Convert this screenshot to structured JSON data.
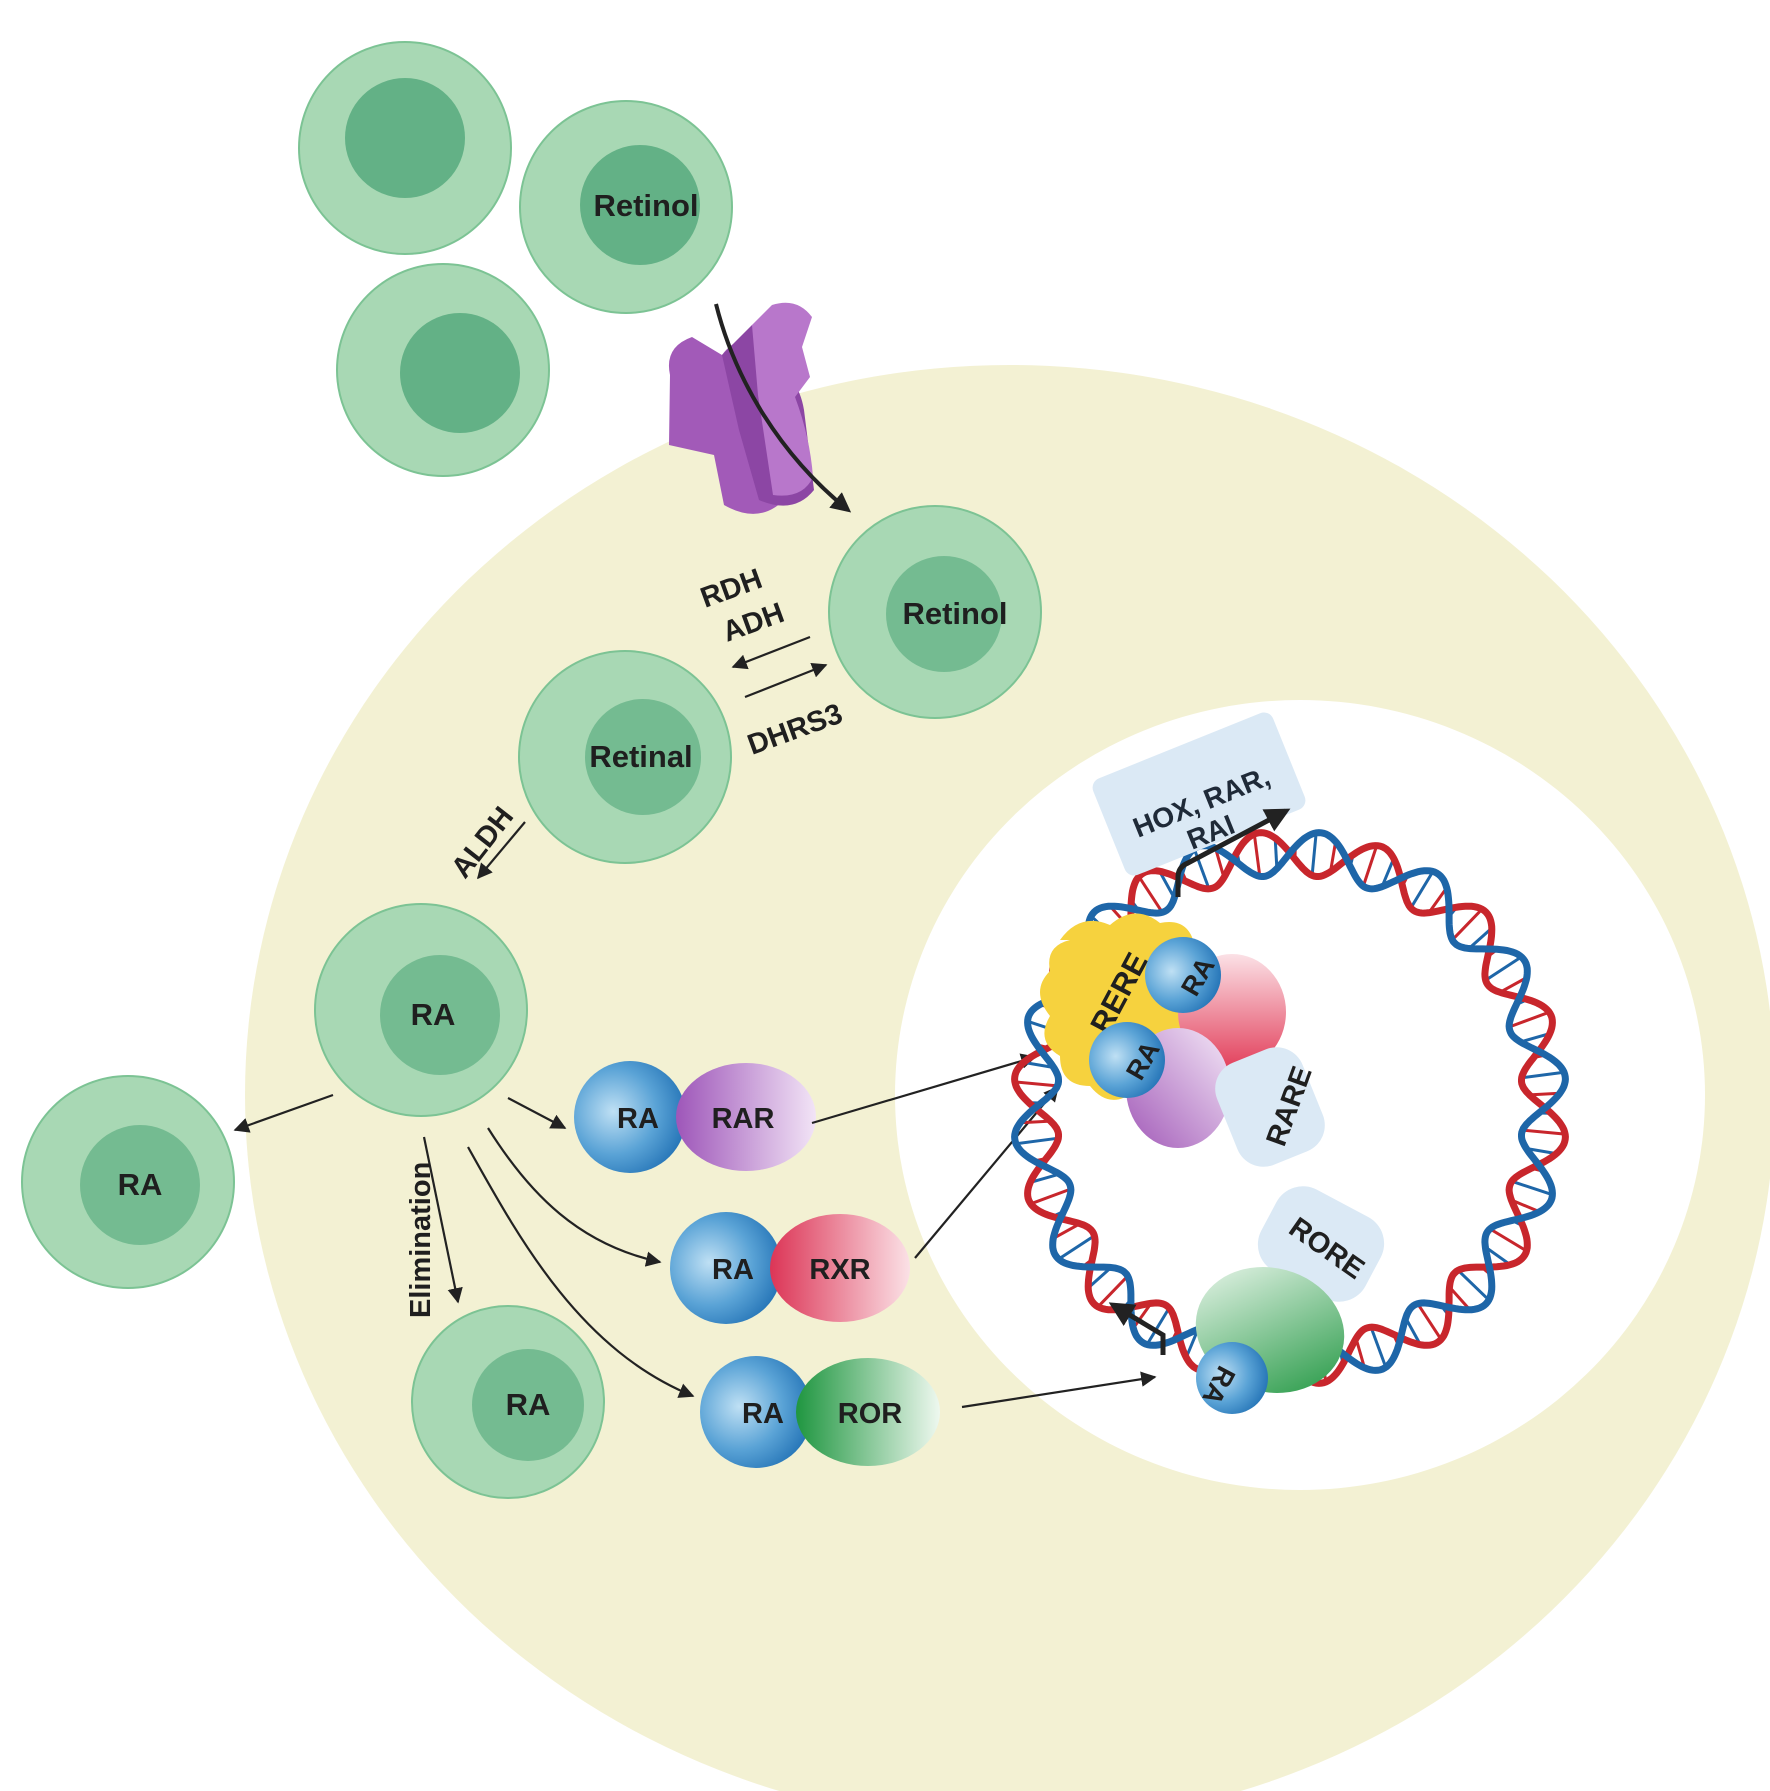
{
  "labels": {
    "retinol_outside": "Retinol",
    "retinol_inside": "Retinol",
    "retinal": "Retinal",
    "ra_main": "RA",
    "ra_out": "RA",
    "ra_elim": "RA",
    "enzyme_rdh": "RDH",
    "enzyme_adh": "ADH",
    "enzyme_dhrs3": "DHRS3",
    "enzyme_aldh": "ALDH",
    "elimination": "Elimination",
    "rar_ra": "RA",
    "rar": "RAR",
    "rxr_ra": "RA",
    "rxr": "RXR",
    "ror_ra": "RA",
    "ror": "ROR",
    "rere": "RERE",
    "rare": "RARE",
    "rore": "RORE",
    "dna_ra1": "RA",
    "dna_ra2": "RA",
    "dna_ra3": "RA",
    "target_line1": "HOX, RAR,",
    "target_line2": "RAI"
  },
  "colors": {
    "cell_fill": "#f3f1d3",
    "nucleus_fill": "#ffffff",
    "vesicle_outer": "#a8d8b4",
    "vesicle_inner": "#63b186",
    "transporter": "#a25ab8",
    "dna_red": "#c8262c",
    "dna_blue": "#1e66a8",
    "rere_yellow": "#f6d23e",
    "ra_blue": "#3c87c4",
    "rar_purple": "#a361bd",
    "rxr_red": "#e04a63",
    "ror_green": "#2e9e4a",
    "element_box": "#dbe9f5"
  }
}
